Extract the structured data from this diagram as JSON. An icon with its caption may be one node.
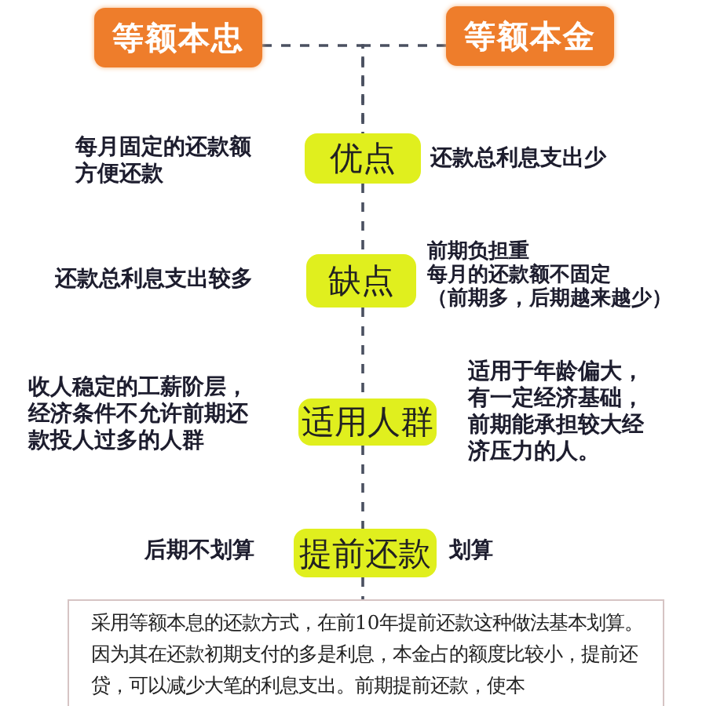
{
  "diagram": {
    "nodes": [
      {
        "text": [
          "等额本忠"
        ]
      },
      {
        "text": [
          "等额本金"
        ]
      },
      {
        "text": [
          "优点"
        ],
        "beside": [
          "每月固定的还款额方便还款",
          "还款总利息支出少"
        ]
      },
      {
        "text": [
          "缺点"
        ],
        "beside": [
          "还款总利息支出较多",
          "前期负担重",
          "每月的还款额不固定",
          "（前期多，后期越来越少）"
        ]
      },
      {
        "text": [
          "适用人群"
        ],
        "beside": [
          "收人稳定的工薪阶层，经济条件不允许前期还款投人过多的人群",
          "适用于年龄偏大，有一定经济基础，前期能承担较大经济压力的人。"
        ]
      },
      {
        "text": [
          "提前还款"
        ],
        "beside": [
          "后期不划算",
          "划算"
        ]
      },
      {
        "text": [
          "采用等额本息的还款方式，在前10年提前还款这种做法基本划算。因为其在还款初期支付的多是利息，本金占的额度比较小，提前还贷，可以减少大笔的利息支出。前期提前还款，使本"
        ]
      }
    ],
    "edges": [
      {
        "from": 0,
        "to": 2,
        "arrow": "none",
        "style": "dashed"
      },
      {
        "from": 1,
        "to": 2,
        "arrow": "none",
        "style": "dashed"
      },
      {
        "from": 2,
        "to": 3,
        "arrow": "none",
        "style": "dashed"
      },
      {
        "from": 3,
        "to": 4,
        "arrow": "none",
        "style": "dashed"
      },
      {
        "from": 4,
        "to": 5,
        "arrow": "none",
        "style": "dashed"
      },
      {
        "from": 5,
        "to": 6,
        "arrow": "none",
        "style": "dashed"
      }
    ]
  }
}
